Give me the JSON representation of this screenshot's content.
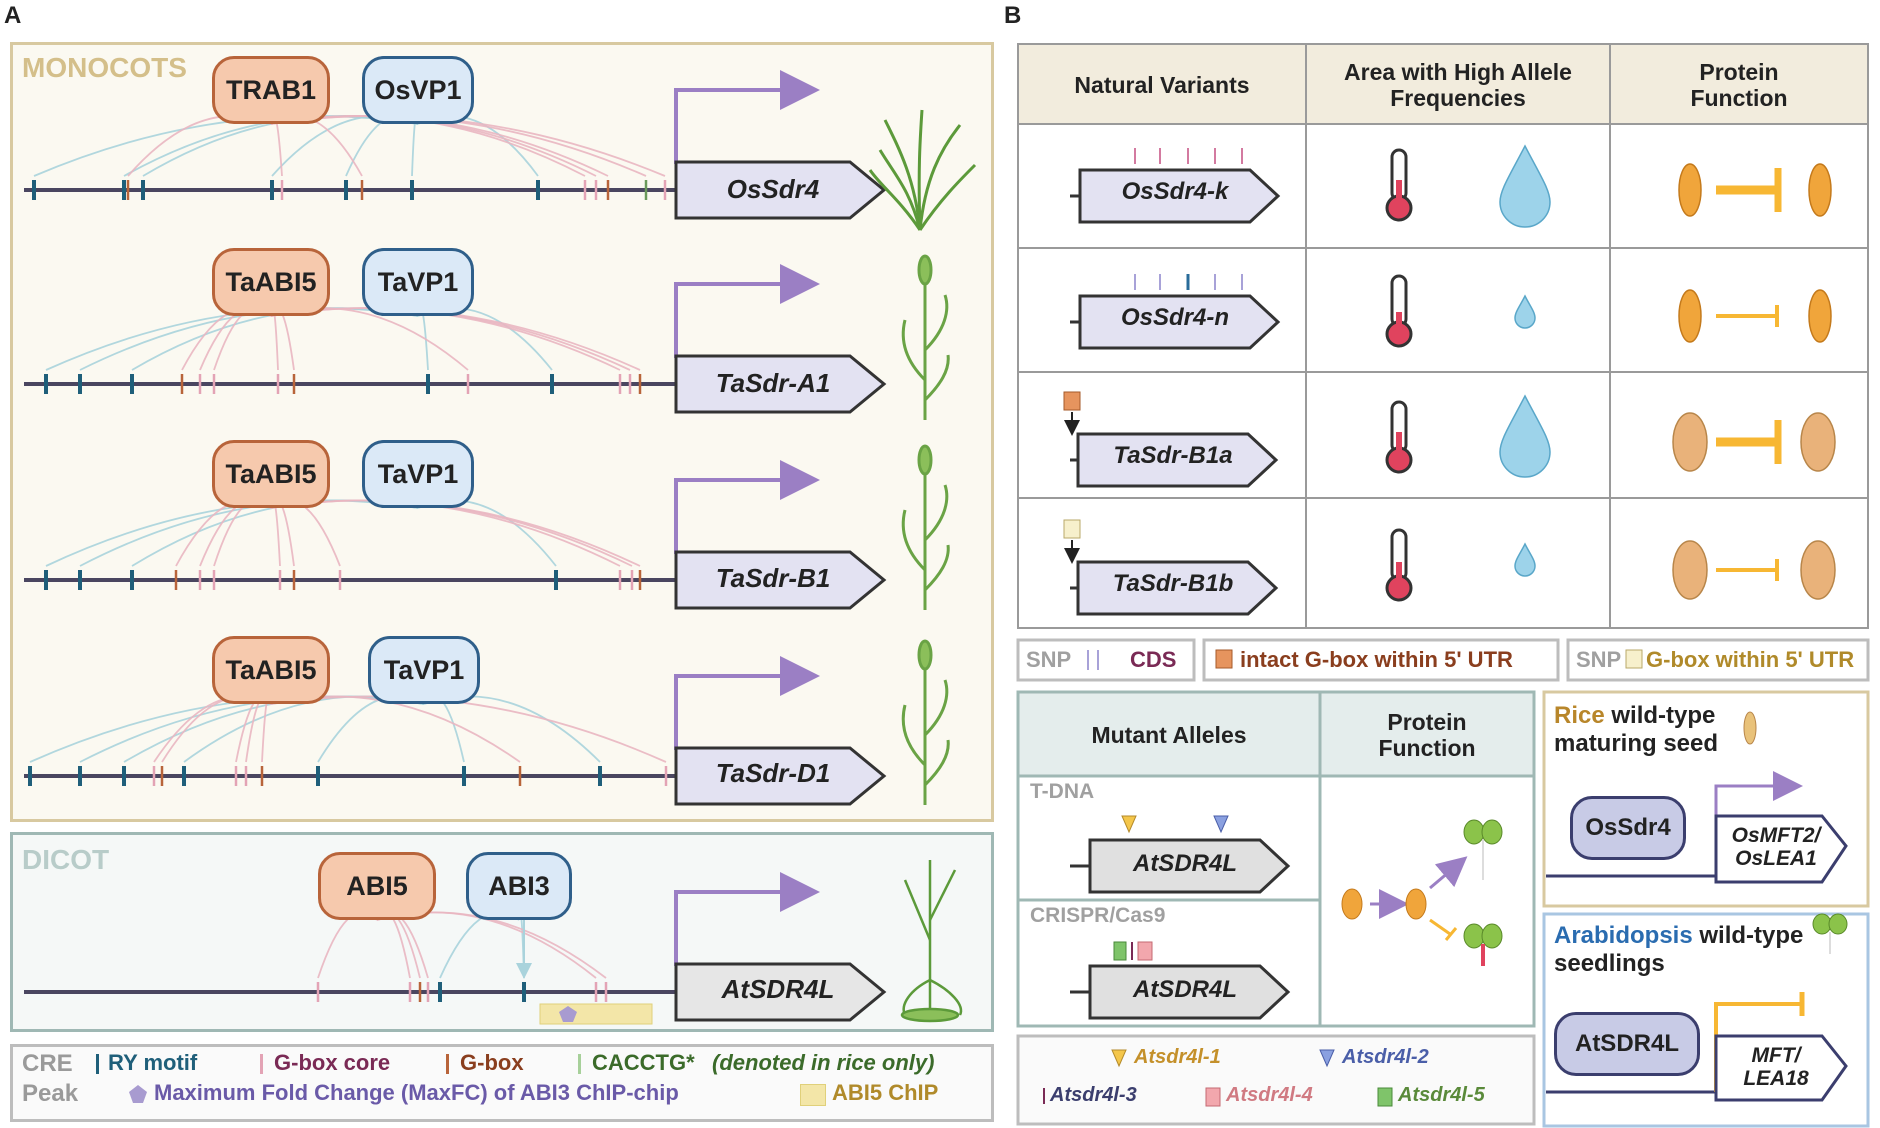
{
  "panels": {
    "a": "A",
    "b": "B"
  },
  "panel_a": {
    "monocots_label": "MONOCOTS",
    "dicot_label": "DICOT",
    "rows": [
      {
        "tf1": "TRAB1",
        "tf2": "OsVP1",
        "gene": "OsSdr4"
      },
      {
        "tf1": "TaABI5",
        "tf2": "TaVP1",
        "gene": "TaSdr-A1"
      },
      {
        "tf1": "TaABI5",
        "tf2": "TaVP1",
        "gene": "TaSdr-B1"
      },
      {
        "tf1": "TaABI5",
        "tf2": "TaVP1",
        "gene": "TaSdr-D1"
      }
    ],
    "dicot_row": {
      "tf1": "ABI5",
      "tf2": "ABI3",
      "gene": "AtSDR4L"
    },
    "legend": {
      "cre": "CRE",
      "ry": "RY motif",
      "gcore": "G-box core",
      "gbox": "G-box",
      "cacctg": "CACCTG*",
      "cacctg_note": "(denoted in rice only)",
      "peak": "Peak",
      "maxfc": "Maximum Fold Change (MaxFC) of ABI3 ChIP-chip",
      "abi5chip": "ABI5 ChIP"
    }
  },
  "panel_b": {
    "table1": {
      "headers": [
        "Natural Variants",
        "Area with High Allele Frequencies",
        "Protein Function"
      ],
      "rows": [
        {
          "gene": "OsSdr4-k"
        },
        {
          "gene": "OsSdr4-n"
        },
        {
          "gene": "TaSdr-B1a"
        },
        {
          "gene": "TaSdr-B1b"
        }
      ]
    },
    "legend1": {
      "snp": "SNP",
      "cds": "CDS",
      "intact": "intact G-box within 5' UTR",
      "snp2": "SNP",
      "gbox_utr": "G-box within 5' UTR"
    },
    "table2": {
      "headers": [
        "Mutant Alleles",
        "Protein Function"
      ],
      "tdna": "T-DNA",
      "crispr": "CRISPR/Cas9",
      "gene": "AtSDR4L"
    },
    "rice_box": {
      "title_em": "Rice",
      "title_rest": "wild-type maturing seed",
      "tf": "OsSdr4",
      "target1": "OsMFT2/",
      "target2": "OsLEA1"
    },
    "arab_box": {
      "title_em": "Arabidopsis",
      "title_rest": "wild-type seedlings",
      "tf": "AtSDR4L",
      "target1": "MFT/",
      "target2": "LEA18"
    },
    "alleles": [
      "Atsdr4l-1",
      "Atsdr4l-2",
      "Atsdr4l-3",
      "Atsdr4l-4",
      "Atsdr4l-5"
    ]
  },
  "colors": {
    "ry": "#1f5f7a",
    "gcore": "#e3a3b5",
    "gbox": "#b8643a",
    "cacctg": "#6b9a5a",
    "arrow_purple": "#9b7fc4",
    "arc_pink": "#e9b6c1",
    "arc_blue": "#a9d3dc"
  }
}
